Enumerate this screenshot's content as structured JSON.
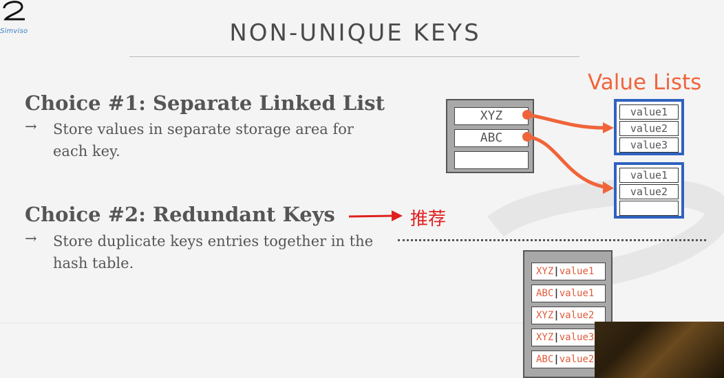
{
  "logo": {
    "text": "Simviso"
  },
  "slide": {
    "title": "NON-UNIQUE KEYS",
    "choice1": {
      "heading": "Choice #1: Separate Linked List",
      "arrow": "→",
      "text": "Store values in separate storage area for each key."
    },
    "choice2": {
      "heading": "Choice #2: Redundant Keys",
      "arrow": "→",
      "text": "Store duplicate keys entries together in the hash table."
    }
  },
  "annotation": {
    "label": "推荐",
    "color": "#e02020"
  },
  "diagram1": {
    "value_lists_title": "Value Lists",
    "hash_slots": [
      "XYZ",
      "ABC",
      ""
    ],
    "lists": [
      {
        "values": [
          "value1",
          "value2",
          "value3"
        ]
      },
      {
        "values": [
          "value1",
          "value2",
          ""
        ]
      }
    ],
    "accent_color": "#f0643a",
    "list_border_color": "#2f62c0"
  },
  "diagram2": {
    "rows": [
      {
        "key": "XYZ",
        "sep": "|",
        "value": "value1"
      },
      {
        "key": "ABC",
        "sep": "|",
        "value": "value1"
      },
      {
        "key": "XYZ",
        "sep": "|",
        "value": "value2"
      },
      {
        "key": "XYZ",
        "sep": "|",
        "value": "value3"
      },
      {
        "key": "ABC",
        "sep": "|",
        "value": "value2"
      }
    ]
  }
}
